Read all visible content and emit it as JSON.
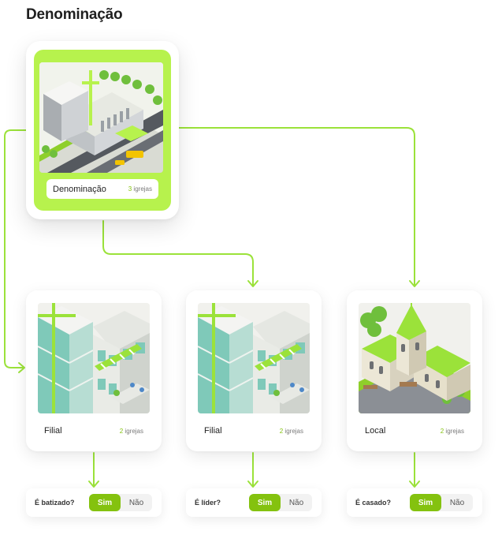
{
  "title": "Denominação",
  "colors": {
    "accent": "#84c20f",
    "accent_light": "#b7f24d",
    "line": "#9be23a"
  },
  "main": {
    "name": "Denominação",
    "count_num": "3",
    "count_unit": "igrejas"
  },
  "branches": [
    {
      "name": "Filial",
      "count_num": "2",
      "count_unit": "igrejas",
      "illustration": "office-building-illustration",
      "question": "É batizado?",
      "yes": "Sim",
      "no": "Não",
      "selected": "yes"
    },
    {
      "name": "Filial",
      "count_num": "2",
      "count_unit": "igrejas",
      "illustration": "office-building-illustration",
      "question": "É líder?",
      "yes": "Sim",
      "no": "Não",
      "selected": "yes"
    },
    {
      "name": "Local",
      "count_num": "2",
      "count_unit": "igrejas",
      "illustration": "church-illustration",
      "question": "É casado?",
      "yes": "Sim",
      "no": "Não",
      "selected": "yes"
    }
  ]
}
